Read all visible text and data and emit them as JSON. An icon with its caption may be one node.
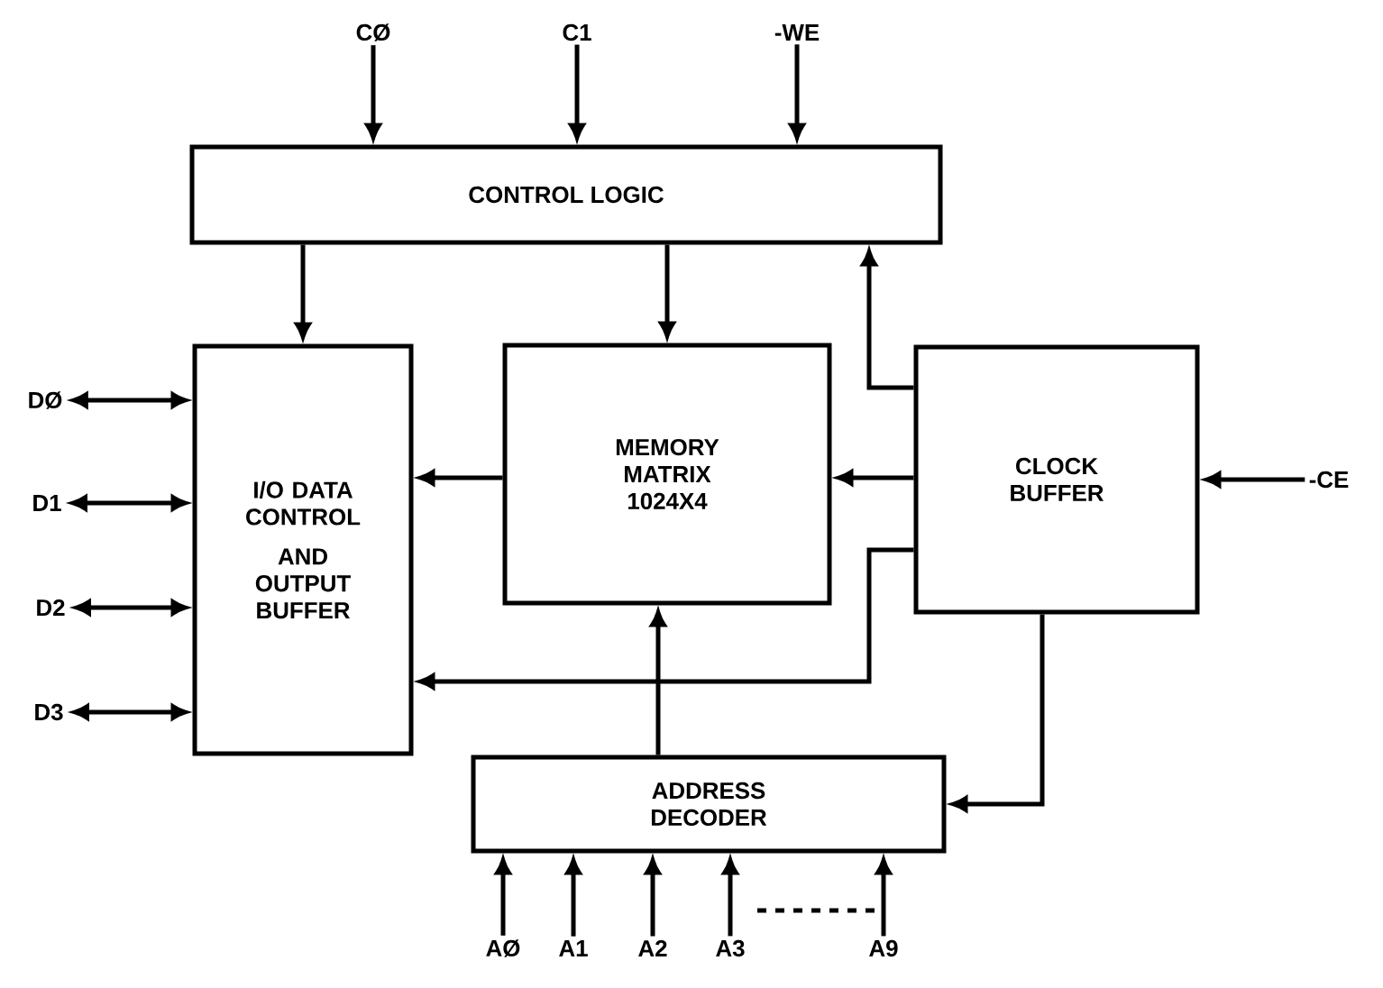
{
  "diagram": {
    "nodes": [
      {
        "text": [
          "CONTROL LOGIC"
        ]
      },
      {
        "text": [
          "I/O DATA CONTROL",
          "AND OUTPUT BUFFER"
        ]
      },
      {
        "text": [
          "MEMORY MATRIX 1024X4"
        ]
      },
      {
        "text": [
          "CLOCK BUFFER"
        ]
      },
      {
        "text": [
          "ADDRESS DECODER"
        ]
      },
      {
        "text": [
          "CØ"
        ]
      },
      {
        "text": [
          "C1"
        ]
      },
      {
        "text": [
          "-WE"
        ]
      },
      {
        "text": [
          "DØ"
        ]
      },
      {
        "text": [
          "D1"
        ]
      },
      {
        "text": [
          "D2"
        ]
      },
      {
        "text": [
          "D3"
        ]
      },
      {
        "text": [
          "-CE"
        ]
      },
      {
        "text": [
          "AØ"
        ]
      },
      {
        "text": [
          "A1"
        ]
      },
      {
        "text": [
          "A2"
        ]
      },
      {
        "text": [
          "A3"
        ]
      },
      {
        "text": [
          "A9"
        ]
      }
    ],
    "edges": [
      {
        "from": 5,
        "to": 0,
        "arrow": "to"
      },
      {
        "from": 6,
        "to": 0,
        "arrow": "to"
      },
      {
        "from": 7,
        "to": 0,
        "arrow": "to"
      },
      {
        "from": 0,
        "to": 1,
        "arrow": "to"
      },
      {
        "from": 0,
        "to": 2,
        "arrow": "to"
      },
      {
        "from": 3,
        "to": 0,
        "arrow": "to"
      },
      {
        "from": 3,
        "to": 2,
        "arrow": "to"
      },
      {
        "from": 2,
        "to": 1,
        "arrow": "to"
      },
      {
        "from": 3,
        "to": 1,
        "arrow": "to"
      },
      {
        "from": 4,
        "to": 2,
        "arrow": "to"
      },
      {
        "from": 3,
        "to": 4,
        "arrow": "to"
      },
      {
        "from": 12,
        "to": 3,
        "arrow": "to"
      },
      {
        "from": 8,
        "to": 1,
        "arrow": "both"
      },
      {
        "from": 9,
        "to": 1,
        "arrow": "both"
      },
      {
        "from": 10,
        "to": 1,
        "arrow": "both"
      },
      {
        "from": 11,
        "to": 1,
        "arrow": "both"
      },
      {
        "from": 13,
        "to": 4,
        "arrow": "to"
      },
      {
        "from": 14,
        "to": 4,
        "arrow": "to"
      },
      {
        "from": 15,
        "to": 4,
        "arrow": "to"
      },
      {
        "from": 16,
        "to": 4,
        "arrow": "to"
      },
      {
        "from": 17,
        "to": 4,
        "arrow": "to"
      }
    ]
  }
}
